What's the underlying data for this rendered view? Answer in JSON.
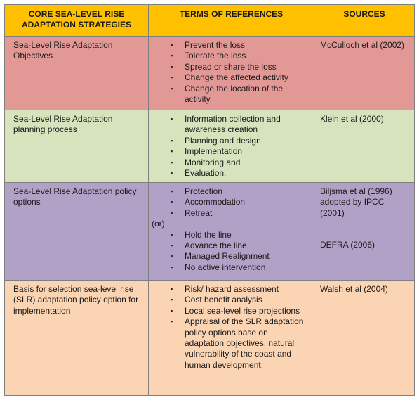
{
  "headers": {
    "col1": "CORE SEA-LEVEL RISE ADAPTATION STRATEGIES",
    "col2": "TERMS OF REFERENCES",
    "col3": "SOURCES"
  },
  "rows": [
    {
      "color": "#e29995",
      "strategy": "Sea-Level Rise Adaptation Objectives",
      "terms": [
        "Prevent the loss",
        "Tolerate the loss",
        "Spread or share the loss",
        "Change the affected activity",
        "Change the location of the activity"
      ],
      "sources": [
        "McCulloch et al (2002)"
      ]
    },
    {
      "color": "#d6e3bc",
      "strategy": "Sea-Level Rise Adaptation planning process",
      "terms": [
        "Information collection and awareness creation",
        "Planning and design",
        "Implementation",
        "Monitoring and",
        "Evaluation."
      ],
      "sources": [
        "Klein et al (2000)"
      ]
    },
    {
      "color": "#b2a1c7",
      "strategy": "Sea-Level Rise Adaptation policy options",
      "terms": [
        "Protection",
        "Accommodation",
        "Retreat"
      ],
      "separator": "(or)",
      "terms_after": [
        "Hold the line",
        "Advance the line",
        "Managed Realignment",
        "No active intervention"
      ],
      "sources": [
        "Biljsma et al (1996) adopted by IPCC (2001)",
        "DEFRA (2006)"
      ]
    },
    {
      "color": "#fbd4b4",
      "strategy": "Basis for selection sea-level rise (SLR) adaptation policy option for implementation",
      "terms": [
        "Risk/ hazard assessment",
        "Cost benefit analysis",
        "Local sea-level rise projections",
        "Appraisal of the SLR adaptation policy options base on adaptation objectives, natural vulnerability of the coast and human development."
      ],
      "sources": [
        "Walsh et al (2004)"
      ]
    }
  ]
}
